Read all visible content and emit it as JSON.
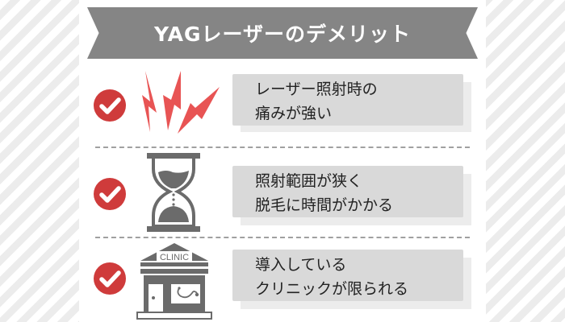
{
  "banner": {
    "title": "YAGレーザーのデメリット",
    "color": "#858585"
  },
  "colors": {
    "check": "#cf3b3b",
    "lightning": "#e85454",
    "icon_gray": "#6b6b6b",
    "textbox": "#d9d9d9",
    "textbox_shadow": "#ececec"
  },
  "items": [
    {
      "icon": "lightning-pain-icon",
      "lines": [
        "レーザー照射時の",
        "痛みが強い"
      ]
    },
    {
      "icon": "hourglass-icon",
      "lines": [
        "照射範囲が狭く",
        "脱毛に時間がかかる"
      ]
    },
    {
      "icon": "clinic-building-icon",
      "sign": "CLINIC",
      "lines": [
        "導入している",
        "クリニックが限られる"
      ]
    }
  ]
}
